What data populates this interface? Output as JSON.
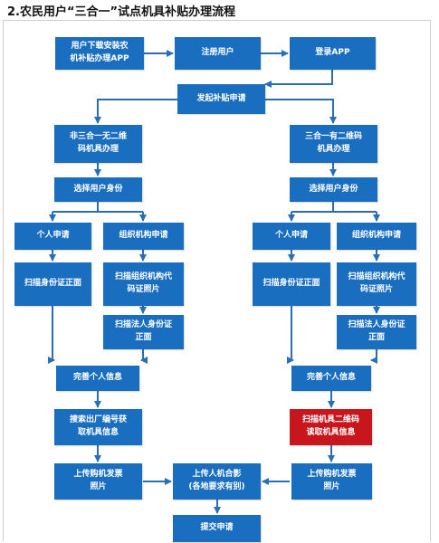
{
  "title": "2.农民用户“三合一”试点机具补贴办理流程",
  "colors": {
    "box": "#1a6ebf",
    "highlight": "#c8161d",
    "arrow": "#2a6fb5"
  },
  "nodes": {
    "download_app": "用户下载安装农\n机补贴办理APP",
    "register": "注册用户",
    "login": "登录APP",
    "start_apply": "发起补贴申请",
    "no_qr": "非三合一无二维\n码机具办理",
    "with_qr": "三合一有二维码\n机具办理",
    "select_identity_left": "选择用户身份",
    "select_identity_right": "选择用户身份",
    "personal_left": "个人申请",
    "org_left": "组织机构申请",
    "personal_right": "个人申请",
    "org_right": "组织机构申请",
    "scan_id_left": "扫描身份证正面",
    "scan_org_left": "扫描组织机构代\n码证照片",
    "scan_id_right": "扫描身份证正面",
    "scan_org_right": "扫描组织机构代\n码证照片",
    "scan_legal_left": "扫描法人身份证\n正面",
    "scan_legal_right": "扫描法人身份证\n正面",
    "complete_info_left": "完善个人信息",
    "complete_info_right": "完善个人信息",
    "search_factory": "搜索出厂编号获\n取机具信息",
    "scan_machine_qr": "扫描机具二维码\n读取机具信息",
    "upload_invoice_left": "上传购机发票\n照片",
    "upload_photo": "上传人机合影\n(各地要求有别)",
    "upload_invoice_right": "上传购机发票\n照片",
    "submit": "提交申请"
  }
}
